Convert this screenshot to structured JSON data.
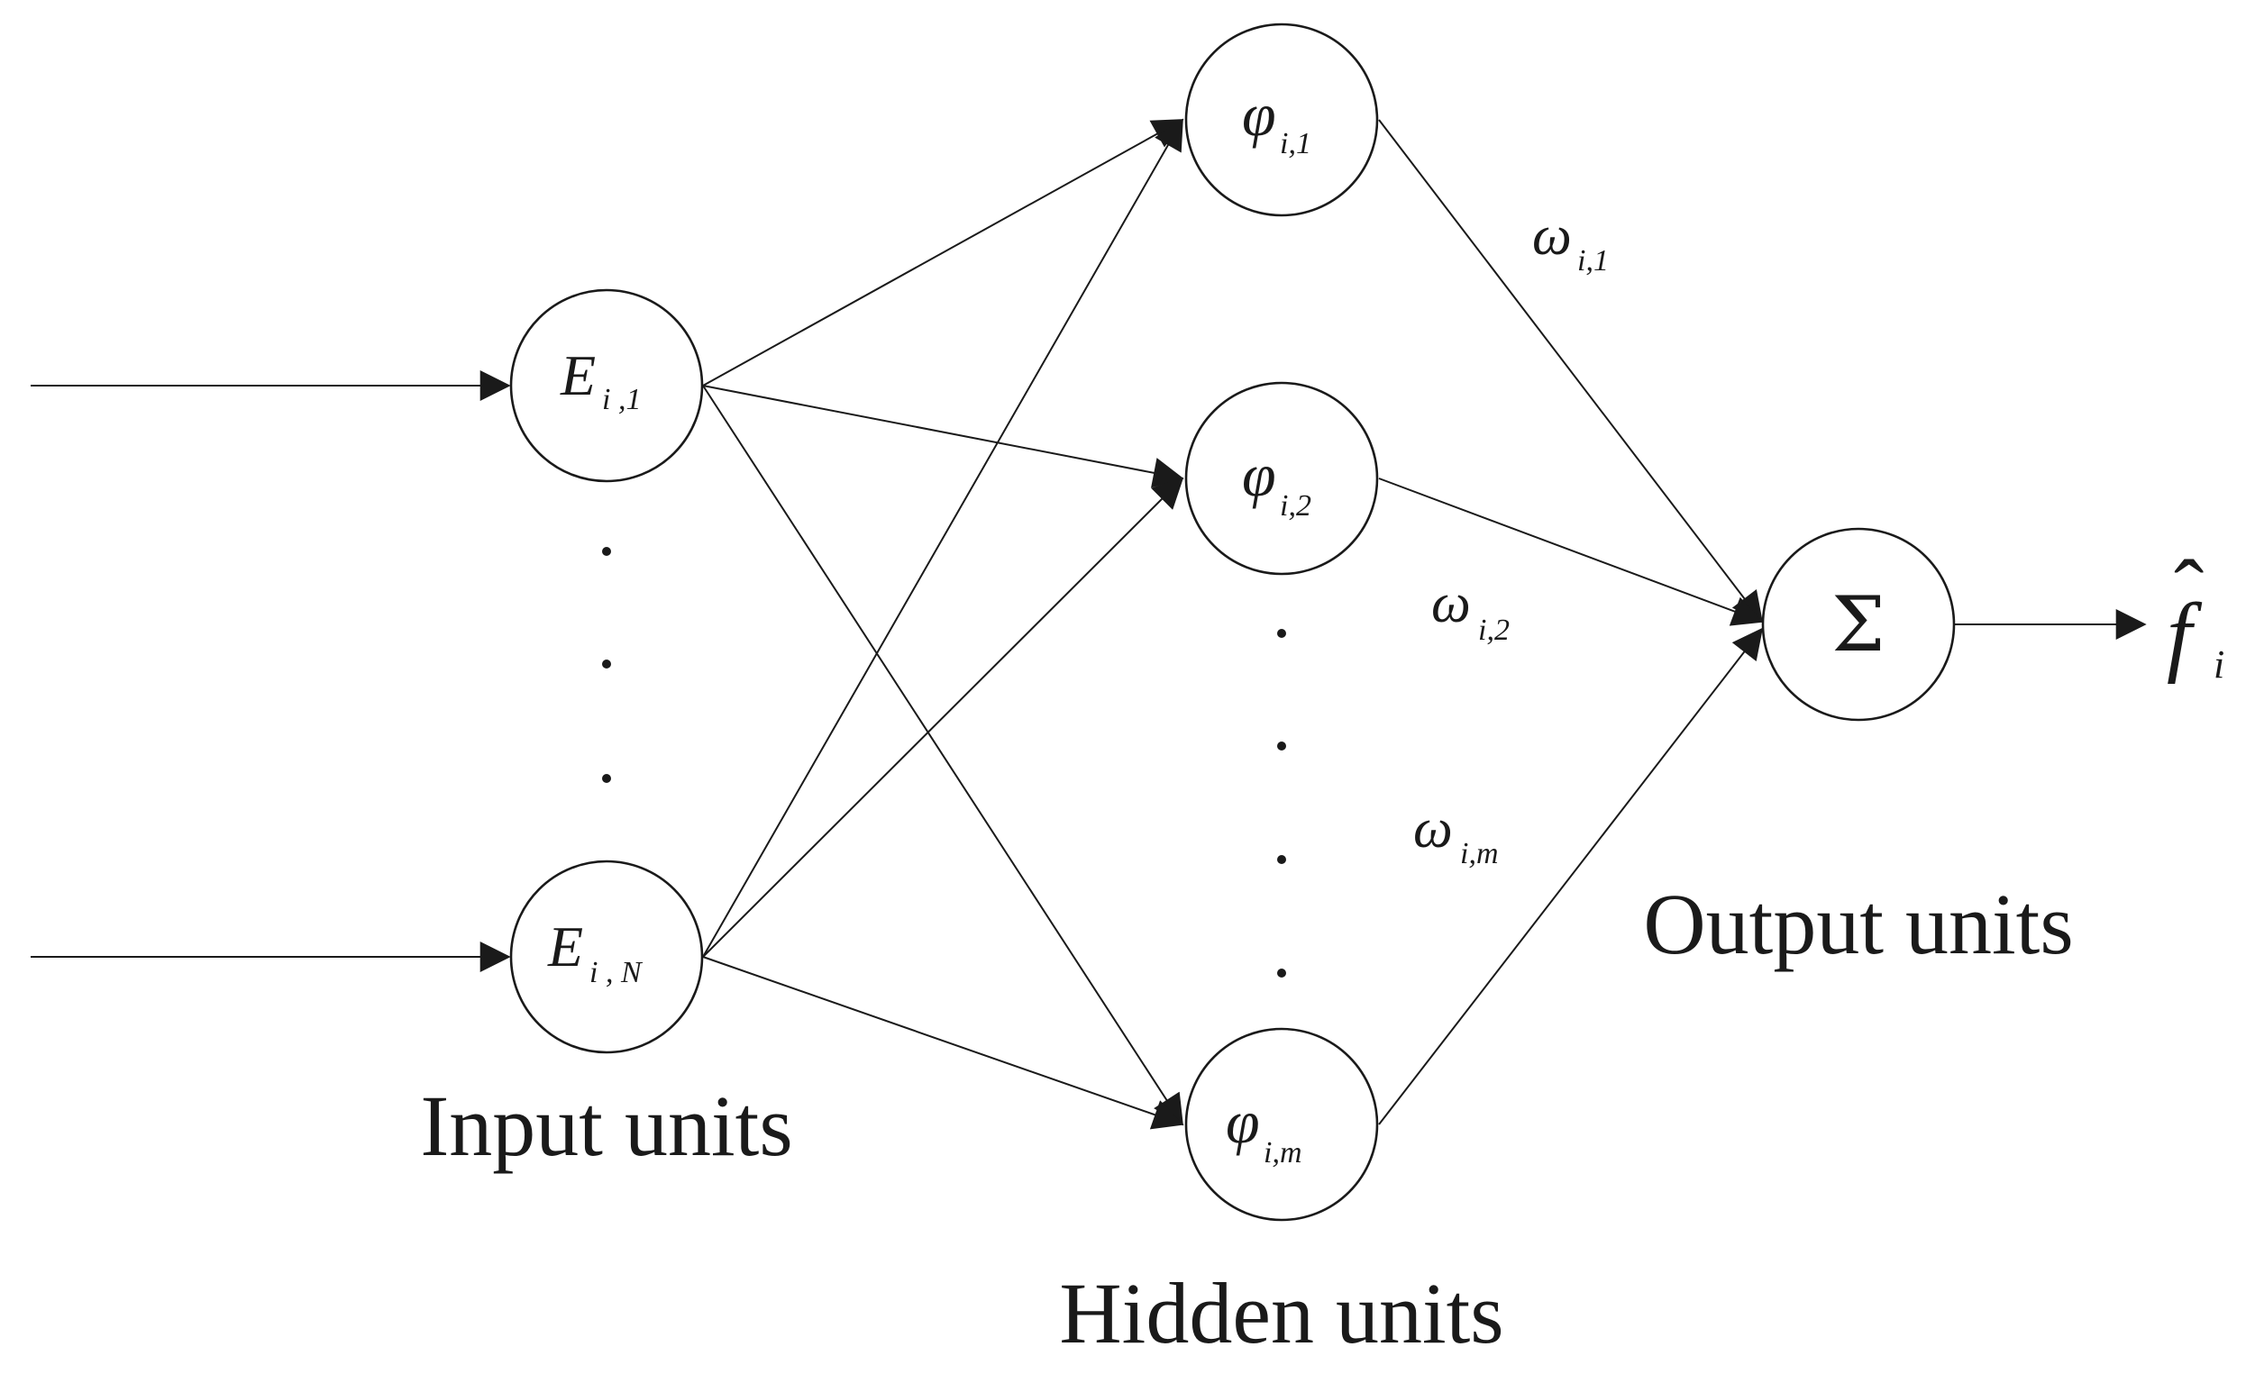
{
  "layers": {
    "input_label": "Input units",
    "hidden_label": "Hidden units",
    "output_label": "Output units"
  },
  "input_nodes": [
    {
      "base": "E",
      "sub": "i ,1"
    },
    {
      "base": "E",
      "sub": "i , N"
    }
  ],
  "hidden_nodes": [
    {
      "base": "φ",
      "sub": "i,1"
    },
    {
      "base": "φ",
      "sub": "i,2"
    },
    {
      "base": "φ",
      "sub": "i,m"
    }
  ],
  "weights": [
    {
      "base": "ω",
      "sub": "i,1"
    },
    {
      "base": "ω",
      "sub": "i,2"
    },
    {
      "base": "ω",
      "sub": "i,m"
    }
  ],
  "output_node": {
    "symbol": "Σ"
  },
  "output_value": {
    "hat": "ˆ",
    "base": "f",
    "sub": "i"
  }
}
